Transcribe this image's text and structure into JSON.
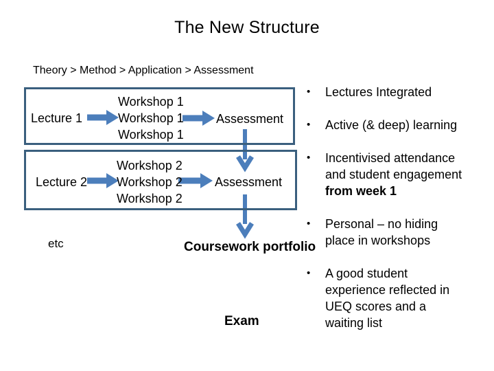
{
  "colors": {
    "box_border": "#3A5F7E",
    "arrow": "#4C7EBB"
  },
  "slide": {
    "title": "The New Structure",
    "breadcrumb": "Theory > Method > Application > Assessment"
  },
  "diagram": {
    "row1": {
      "lecture": "Lecture 1",
      "workshop1": "Workshop 1",
      "workshop2": "Workshop 1",
      "workshop3": "Workshop 1",
      "assessment": "Assessment"
    },
    "row2": {
      "lecture": "Lecture 2",
      "workshop1": "Workshop 2",
      "workshop2": "Workshop 2",
      "workshop3": "Workshop 2",
      "assessment": "Assessment"
    },
    "etc_label": "etc",
    "coursework_label": "Coursework portfolio",
    "exam_label": "Exam"
  },
  "bullets": {
    "marker": "•",
    "items": [
      {
        "line1": "Lectures Integrated"
      },
      {
        "line1": "Active (& deep) learning"
      },
      {
        "line1": "Incentivised attendance",
        "line2": "and student engagement",
        "bold_line": "from week 1"
      },
      {
        "line1": "Personal – no hiding",
        "line2": "place in workshops"
      },
      {
        "line1": "A good student",
        "line2": "experience reflected in",
        "line3": "UEQ scores and a",
        "line4": "waiting list"
      }
    ]
  }
}
